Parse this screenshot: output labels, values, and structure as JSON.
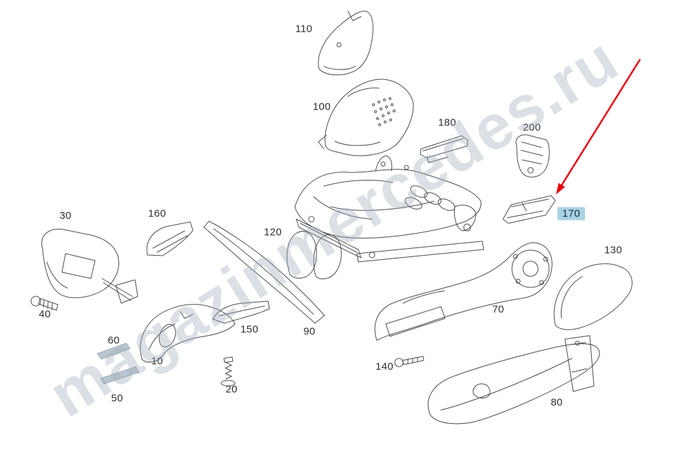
{
  "watermark": {
    "text": "magazinmercedes.ru"
  },
  "arrow": {
    "color": "#e8000d"
  },
  "highlight_color": "#a9d3e5",
  "labels": [
    {
      "label": "110",
      "highlighted": false
    },
    {
      "label": "100",
      "highlighted": false
    },
    {
      "label": "180",
      "highlighted": false
    },
    {
      "label": "200",
      "highlighted": false
    },
    {
      "label": "170",
      "highlighted": true
    },
    {
      "label": "30",
      "highlighted": false
    },
    {
      "label": "160",
      "highlighted": false
    },
    {
      "label": "120",
      "highlighted": false
    },
    {
      "label": "90",
      "highlighted": false
    },
    {
      "label": "40",
      "highlighted": false
    },
    {
      "label": "60",
      "highlighted": false
    },
    {
      "label": "10",
      "highlighted": false
    },
    {
      "label": "50",
      "highlighted": false
    },
    {
      "label": "20",
      "highlighted": false
    },
    {
      "label": "150",
      "highlighted": false
    },
    {
      "label": "140",
      "highlighted": false
    },
    {
      "label": "70",
      "highlighted": false
    },
    {
      "label": "130",
      "highlighted": false
    },
    {
      "label": "80",
      "highlighted": false
    }
  ]
}
